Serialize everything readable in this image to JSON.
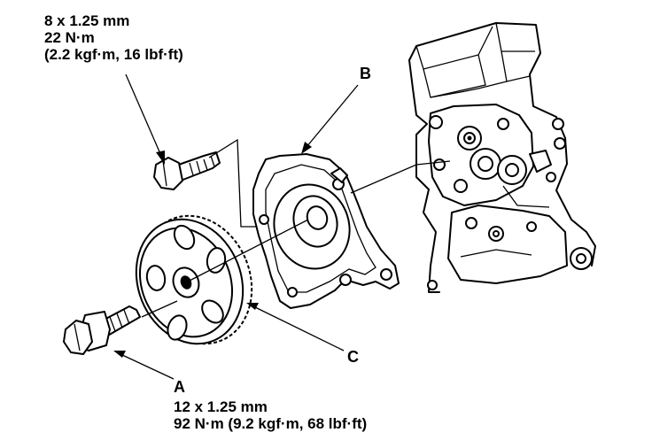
{
  "upper_bolt_spec": {
    "size": "8 x 1.25 mm",
    "torque": "22 N·m",
    "torque_alt": "(2.2 kgf·m, 16 lbf·ft)"
  },
  "lower_bolt_spec": {
    "size": "12 x 1.25 mm",
    "torque": "92 N·m (9.2 kgf·m, 68 lbf·ft)"
  },
  "callouts": {
    "a": "A",
    "b": "B",
    "c": "C"
  }
}
